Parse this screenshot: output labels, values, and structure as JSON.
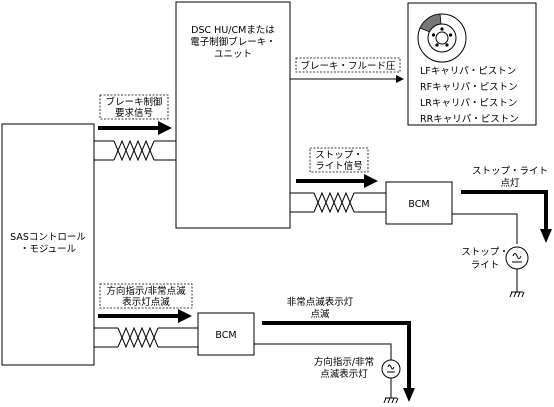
{
  "diagram": {
    "hu_box": {
      "line1": "DSC HU/CMまたは",
      "line2": "電子制御ブレーキ・",
      "line3": "ユニット"
    },
    "sas_box": {
      "line1": "SASコントロール",
      "line2": "・モジュール"
    },
    "bcm_top": {
      "label": "BCM"
    },
    "bcm_bottom": {
      "label": "BCM"
    },
    "brake_request": {
      "line1": "ブレーキ制御",
      "line2": "要求信号"
    },
    "brake_fluid": {
      "label": "ブレーキ・フルード圧"
    },
    "stop_signal": {
      "line1": "ストップ・",
      "line2": "ライト信号"
    },
    "turn_signal": {
      "line1": "方向指示/非常点滅",
      "line2": "表示灯点滅"
    },
    "calipers": {
      "lf": "LFキャリパ・ピストン",
      "rf": "RFキャリパ・ピストン",
      "lr": "LRキャリパ・ピストン",
      "rr": "RRキャリパ・ピストン"
    },
    "stop_lamp_out": {
      "line1": "ストップ・ライト",
      "line2": "点灯"
    },
    "stop_lamp": {
      "line1": "ストップ・",
      "line2": "ライト"
    },
    "hazard_out": {
      "line1": "非常点滅表示灯",
      "line2": "点滅"
    },
    "hazard_lamp": {
      "line1": "方向指示/非常",
      "line2": "点滅表示灯"
    }
  },
  "icons": [
    "brake-disc-icon",
    "lamp-icon",
    "ground-icon",
    "twisted-pair-icon",
    "arrow-icon"
  ]
}
